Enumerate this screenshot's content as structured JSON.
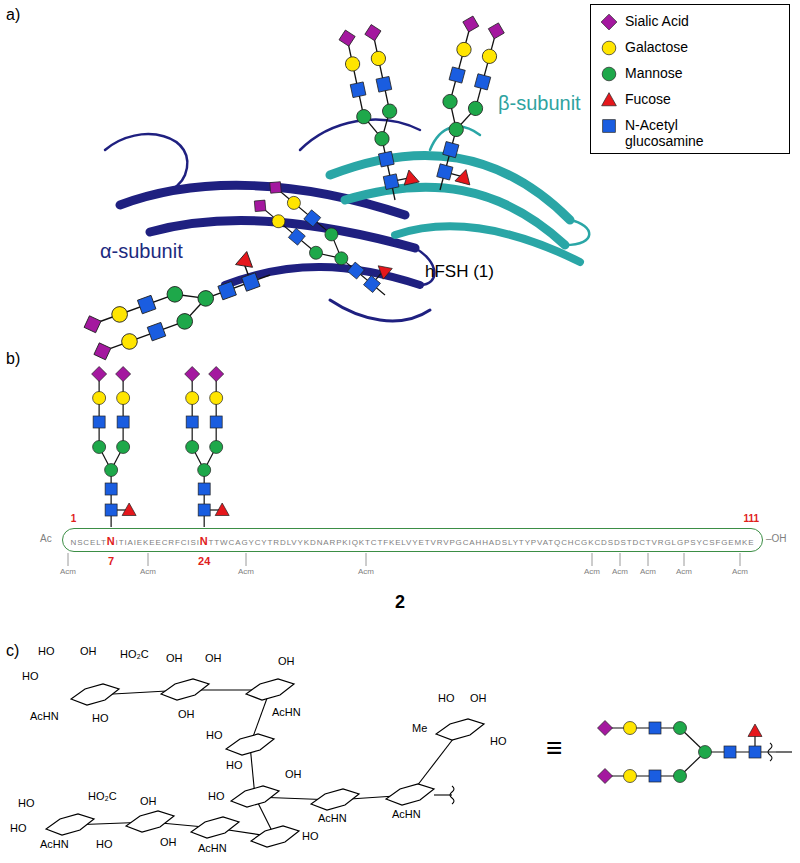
{
  "diagram": {
    "nodes": [
      {
        "text": [
          "NSCELT",
          "N",
          "ITIAIEKEECRFCISI",
          "N",
          "TTWCAGYCYTRDLVYKDNARPKIQKTCTFKELVYETVRVPGCAHHADSLYTYPVATQCHCGKCDSDSTDCTVRGLGPSYCSFGEMKE"
        ]
      }
    ],
    "labels": [
      "a)",
      "β-subunit",
      "α-subunit",
      "hFSH (1)",
      "b)",
      "1",
      "111",
      "Ac",
      "–OH",
      "7",
      "24",
      "Acm",
      "Acm",
      "Acm",
      "Acm",
      "Acm",
      "Acm",
      "Acm",
      "Acm",
      "Acm",
      "2",
      "c)",
      "HO",
      "OH",
      "HO",
      "HO₂C",
      "AcHN",
      "HO",
      "OH",
      "OH",
      "OH",
      "OH",
      "AcHN",
      "HO",
      "HO",
      "HO",
      "OH",
      "AcHN",
      "AcHN",
      "HO",
      "OH",
      "Me",
      "HO",
      "HO₂C",
      "HO",
      "HO",
      "AcHN",
      "HO",
      "OH",
      "OH",
      "AcHN",
      "HO",
      "≡"
    ],
    "legend": [
      {
        "text": "Sialic Acid",
        "color": "#a4189f"
      },
      {
        "text": "Galactose",
        "color": "#ffe500"
      },
      {
        "text": "Mannose",
        "color": "#1ea84a"
      },
      {
        "text": "Fucose",
        "color": "#e5171c"
      },
      {
        "text": "N-Acetyl glucosamine",
        "color": "#1a5de0"
      }
    ]
  }
}
